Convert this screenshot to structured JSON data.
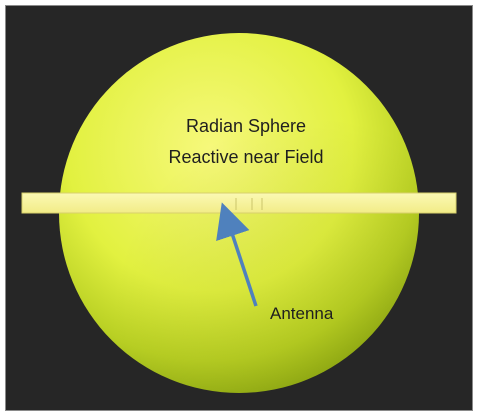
{
  "diagram": {
    "title_line1": "Radian Sphere",
    "title_line2": "Reactive near Field",
    "antenna_label": "Antenna",
    "colors": {
      "background": "#262626",
      "sphere_light": "#f3f76a",
      "sphere_mid": "#d8ec34",
      "sphere_dark": "#94b316",
      "bar_fill": "#f7f59c",
      "bar_stroke": "#d6d36f",
      "arrow": "#4f81bd",
      "text": "#1f1f1f"
    },
    "icons": {
      "arrow": "arrow-up-left-icon"
    }
  }
}
